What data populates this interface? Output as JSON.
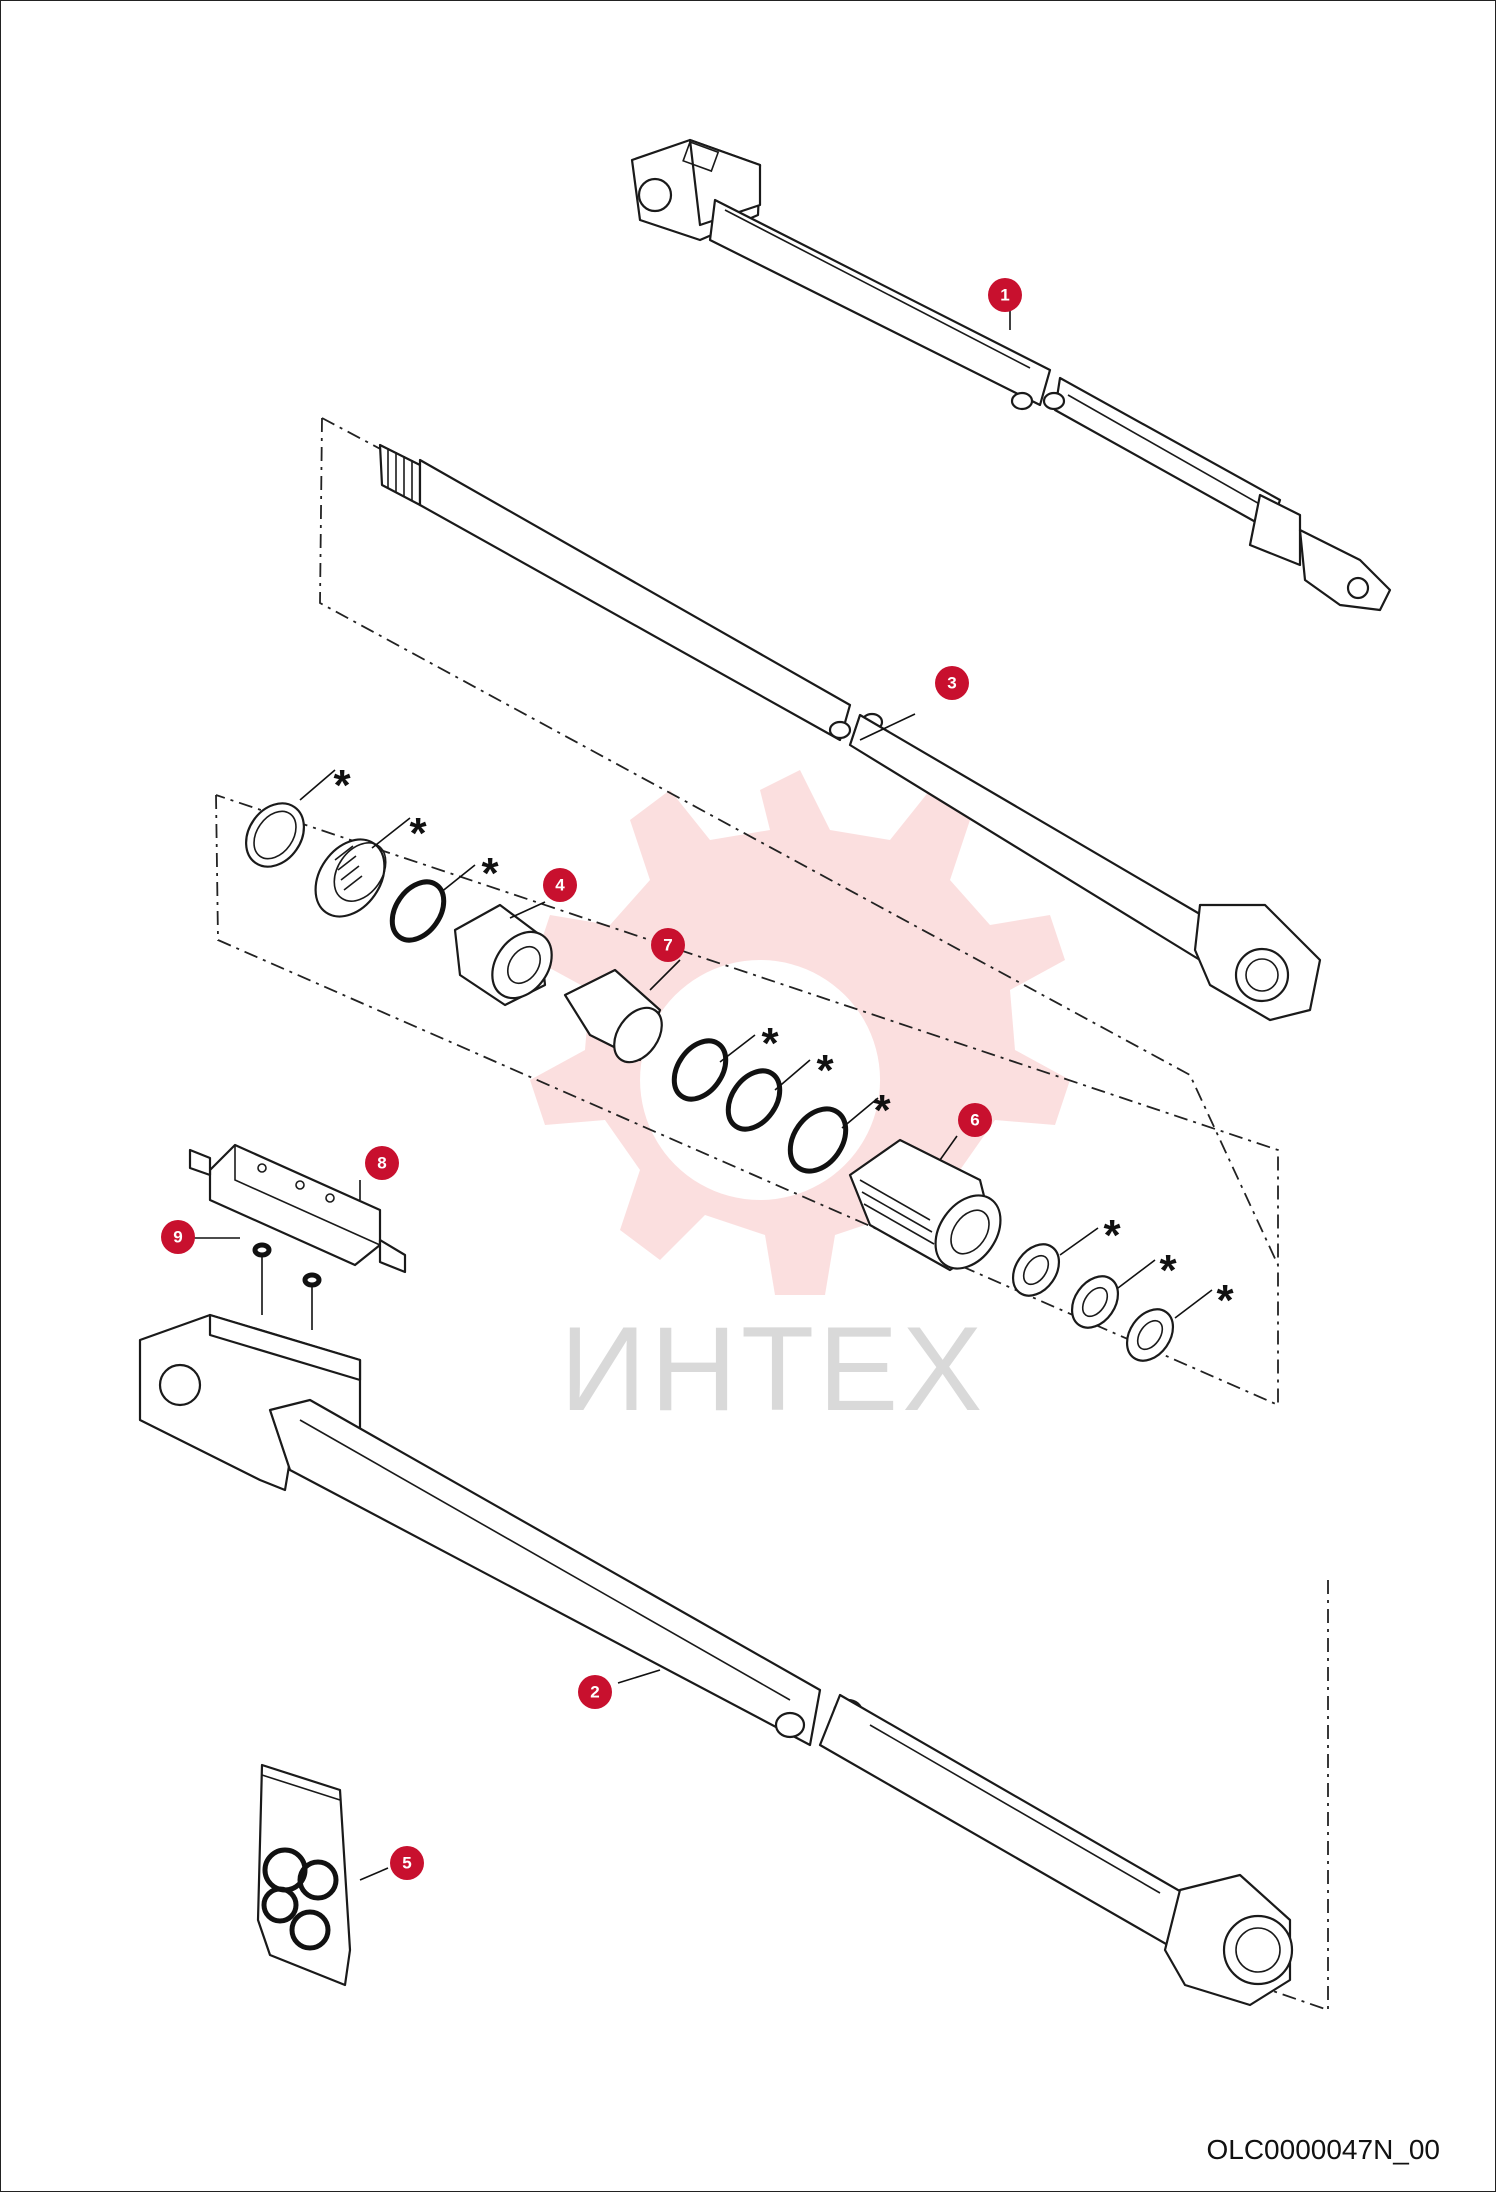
{
  "watermark": {
    "text": "ИНТЕХ",
    "color": "#e84b4b"
  },
  "badge_color": "#c8102e",
  "callouts": [
    {
      "id": "callout-1",
      "label": "1"
    },
    {
      "id": "callout-2",
      "label": "2"
    },
    {
      "id": "callout-3",
      "label": "3"
    },
    {
      "id": "callout-4",
      "label": "4"
    },
    {
      "id": "callout-5",
      "label": "5"
    },
    {
      "id": "callout-6",
      "label": "6"
    },
    {
      "id": "callout-7",
      "label": "7"
    },
    {
      "id": "callout-8",
      "label": "8"
    },
    {
      "id": "callout-9",
      "label": "9"
    }
  ],
  "star_marker": "*",
  "document_code": "OLC0000047N_00"
}
